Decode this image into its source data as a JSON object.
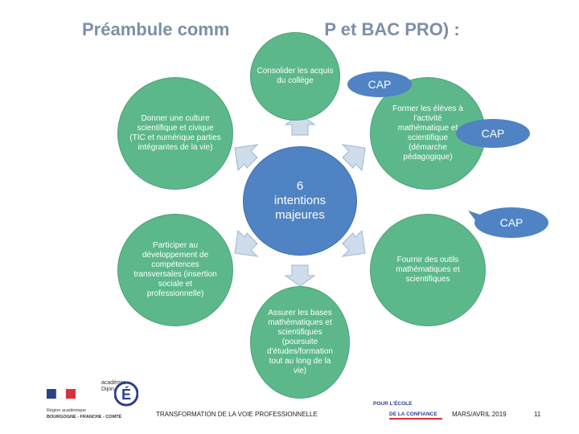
{
  "title": {
    "left": "Préambule comm",
    "right": "P et BAC PRO) :"
  },
  "center": [
    "6",
    "intentions",
    "majeures"
  ],
  "circles": {
    "top": "Consolider les acquis du collège",
    "upper_left": "Donner une culture scientifique et civique (TIC et numérique parties intégrantes de la vie)",
    "upper_right": "Former les élèves à l'activité mathématique et scientifique (démarche pédagogique)",
    "lower_left": "Participer au développement de compétences transversales (insertion sociale et professionnelle)",
    "lower_right": "Fournir des outils mathématiques et scientifiques",
    "bottom": "Assurer les bases mathématiques et scientifiques (poursuite d'études/formation tout au long de la vie)"
  },
  "bubbles": {
    "b1": "CAP",
    "b2": "CAP",
    "b3": "CAP"
  },
  "footer": {
    "region_line1": "Région académique",
    "region_line2": "BOURGOGNE - FRANCHE - COMTÉ",
    "academie_line1": "académie",
    "academie_line2": "Dijon",
    "center_text": "TRANSFORMATION DE LA VOIE PROFESSIONNELLE",
    "ecole_line1": "POUR L'ÉCOLE",
    "ecole_line2": "DE LA CONFIANCE",
    "date": "MARS/AVRIL 2019",
    "page": "11"
  },
  "colors": {
    "circle_green": "#5cb88a",
    "center_blue": "#4f83c4",
    "arrow_blue": "#cfdcec",
    "title_gray": "#7d8fa8"
  }
}
